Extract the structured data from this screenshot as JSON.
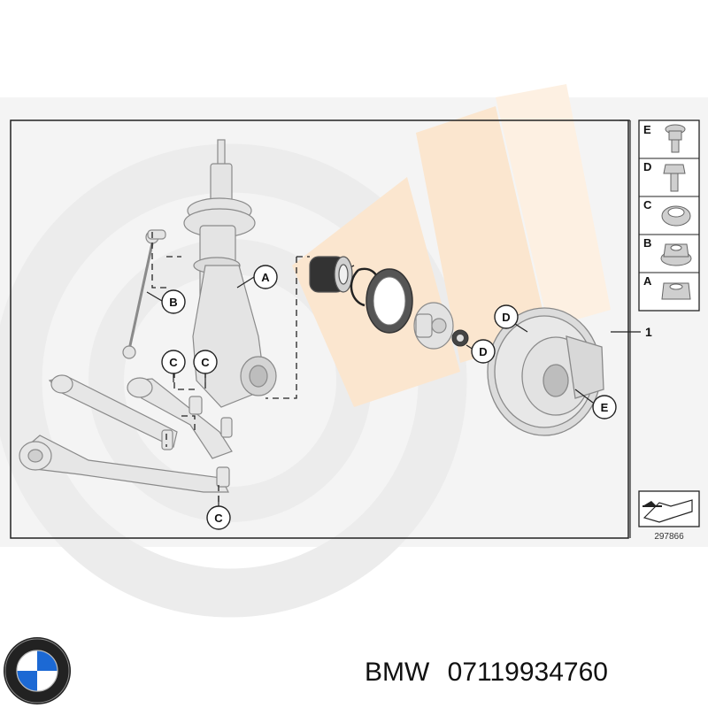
{
  "diagram": {
    "callouts": [
      {
        "id": "a1",
        "letter": "A"
      },
      {
        "id": "b1",
        "letter": "B"
      },
      {
        "id": "c1",
        "letter": "C"
      },
      {
        "id": "c2",
        "letter": "C"
      },
      {
        "id": "c3",
        "letter": "C"
      },
      {
        "id": "d1",
        "letter": "D"
      },
      {
        "id": "d2",
        "letter": "D"
      },
      {
        "id": "e1",
        "letter": "E"
      }
    ],
    "reference_number": "1",
    "image_number": "297866"
  },
  "legend": {
    "items": [
      {
        "letter": "E",
        "part": "collar-bolt"
      },
      {
        "letter": "D",
        "part": "hex-bolt"
      },
      {
        "letter": "C",
        "part": "self-locking-collar-nut"
      },
      {
        "letter": "B",
        "part": "flange-nut"
      },
      {
        "letter": "A",
        "part": "hex-nut"
      }
    ]
  },
  "product": {
    "brand": "BMW",
    "part_number": "07119934760"
  },
  "colors": {
    "watermark_grey": "#eeeeee",
    "watermark_orange": "#fbe6cf",
    "line": "#222222",
    "part_fill": "#e4e4e4",
    "part_stroke": "#8a8a8a"
  }
}
